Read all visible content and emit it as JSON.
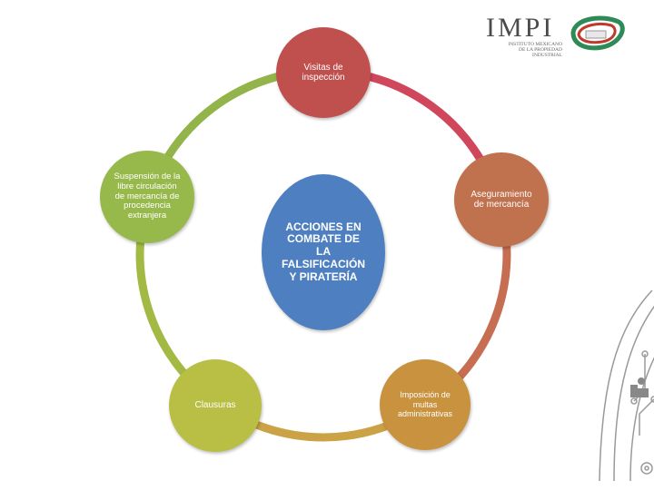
{
  "logo": {
    "word": "IMPI",
    "subtitle": "INSTITUTO MEXICANO\nDE LA PROPIEDAD\nINDUSTRIAL"
  },
  "diagram": {
    "center": {
      "label": "ACCIONES EN\nCOMBATE DE\nLA\nFALSIFICACIÓN\nY PIRATERÍA",
      "color": "#4e7fc0"
    },
    "nodes": [
      {
        "label": "Visitas de\ninspección",
        "color": "#c0504d"
      },
      {
        "label": "Aseguramiento\nde mercancía",
        "color": "#c0714d"
      },
      {
        "label": "Imposición de\nmultas\nadministrativas",
        "color": "#c8923e"
      },
      {
        "label": "Clausuras",
        "color": "#b9be44"
      },
      {
        "label": "Suspensión de la\nlibre circulación\nde mercancía de\nprocedencia\nextranjera",
        "color": "#97b94c"
      }
    ],
    "arc_colors": [
      "#d0475c",
      "#c76e52",
      "#cba245",
      "#a2b944",
      "#93b44a"
    ]
  }
}
